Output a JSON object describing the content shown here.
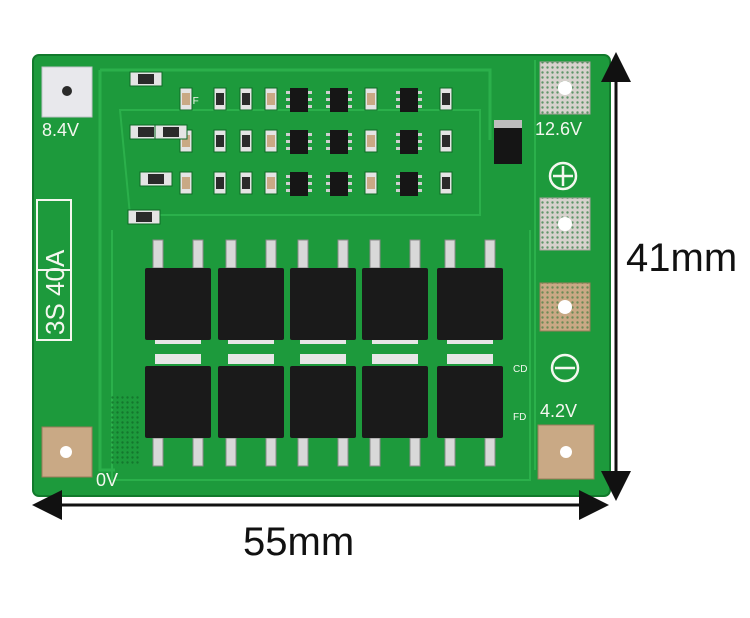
{
  "dimensions": {
    "width_label": "55mm",
    "height_label": "41mm"
  },
  "board": {
    "rating_label": "3S 40A",
    "terminals": {
      "top_left": "8.4V",
      "top_right": "12.6V",
      "bottom_right": "4.2V",
      "bottom_left": "0V"
    },
    "small_marks": [
      "BF",
      "CD",
      "FD"
    ],
    "polarity_symbols": [
      "plus",
      "minus"
    ],
    "colors": {
      "pcb": "#1d9a3c",
      "pcb_dark": "#138030",
      "trace": "#2bb04b",
      "silkscreen": "#f4f7ef",
      "mosfet": "#1a1a1a",
      "pad": "#c9a985"
    }
  }
}
